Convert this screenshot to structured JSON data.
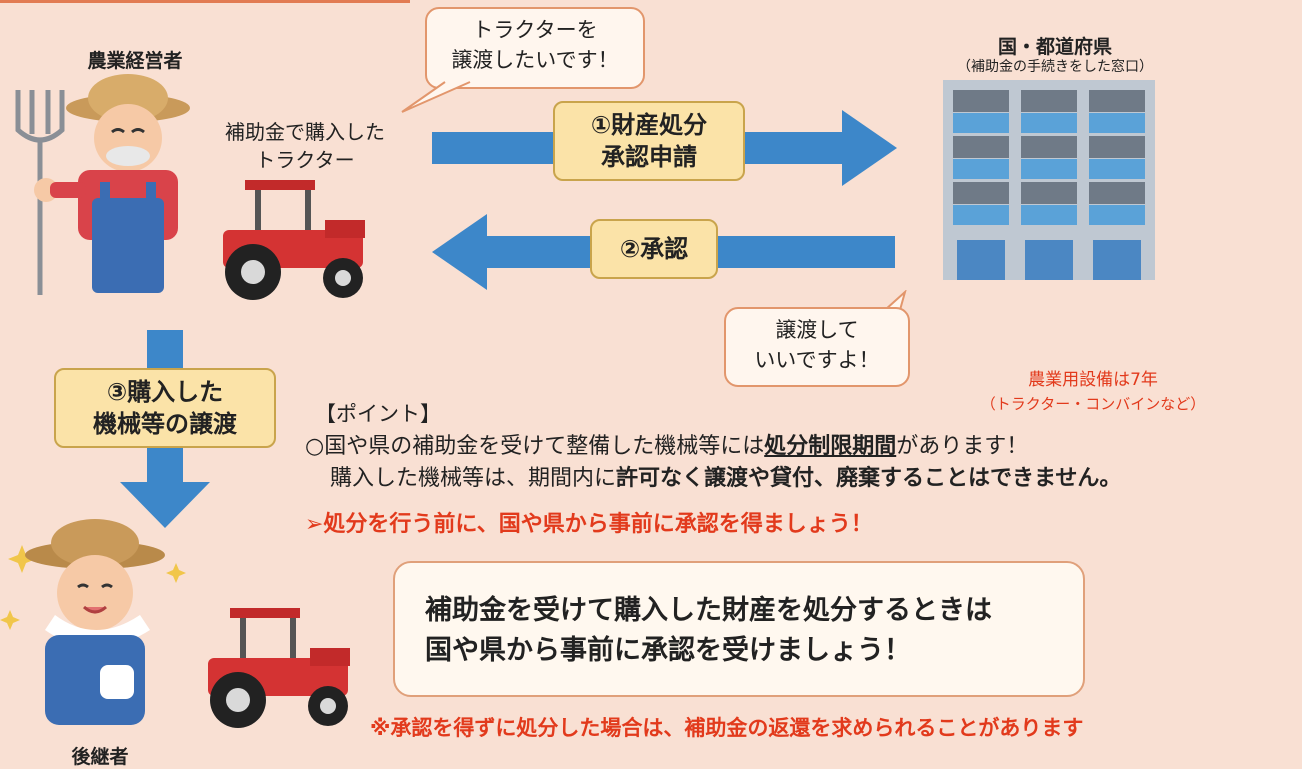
{
  "farmer_label": "農業経営者",
  "successor_label": "後継者",
  "tractor_label_lines": [
    "補助金で購入した",
    "トラクター"
  ],
  "gov_label": "国・都道府県",
  "gov_sub": "（補助金の手続きをした窓口）",
  "bubble_request": [
    "トラクターを",
    "譲渡したいです！"
  ],
  "bubble_reply": [
    "譲渡して",
    "いいですよ！"
  ],
  "step1": [
    "①財産処分",
    "承認申請"
  ],
  "step2": "②承認",
  "step3": [
    "③購入した",
    "機械等の譲渡"
  ],
  "period_note": [
    "農業用設備は7年",
    "（トラクター・コンバインなど）"
  ],
  "point": {
    "heading": "【ポイント】",
    "line1_pre": "○国や県の補助金を受けて整備した機械等には",
    "line1_bold": "処分制限期間",
    "line1_post": "があります！",
    "line2_pre": "購入した機械等は、期間内に",
    "line2_bold": "許可なく譲渡や貸付、廃棄することはできません。",
    "line3": "➢処分を行う前に、国や県から事前に承認を得ましょう！"
  },
  "message": [
    "補助金を受けて購入した財産を処分するときは",
    "国や県から事前に承認を受けましょう！"
  ],
  "footnote": "※承認を得ずに処分した場合は、補助金の返還を求められることがあります",
  "colors": {
    "background": "#f9e0d3",
    "arrow": "#3d87c9",
    "step_box": "#fbe3a8",
    "accent_red": "#e23a1c"
  }
}
